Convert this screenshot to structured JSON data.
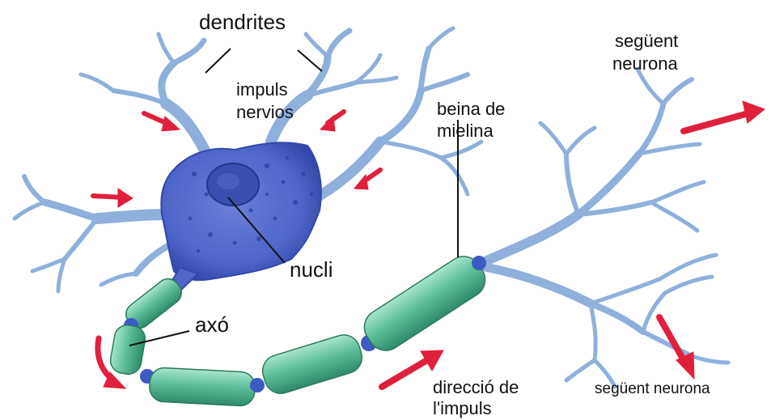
{
  "labels": {
    "dendrites": "dendrites",
    "impuls_line1": "impuls",
    "impuls_line2": "nervios",
    "beina_line1": "beina de",
    "beina_line2": "mielina",
    "seguent_top_line1": "següent",
    "seguent_top_line2": "neurona",
    "nucli": "nucli",
    "axo": "axó",
    "direccio_line1": "direcció de",
    "direccio_line2": "l'impuls",
    "seguent_bottom": "següent neurona"
  },
  "colors": {
    "dendrite": "#7fa4d6",
    "dendrite_dark": "#5a7fbf",
    "soma": "#4f66c9",
    "soma_dark": "#2f3f9e",
    "nucleus": "#3a4fb0",
    "myelin": "#5fbf9a",
    "myelin_dark": "#2f8a6a",
    "myelin_light": "#9fe0c4",
    "node": "#3a5cc4",
    "arrow": "#e0203a",
    "leader": "#111111"
  }
}
